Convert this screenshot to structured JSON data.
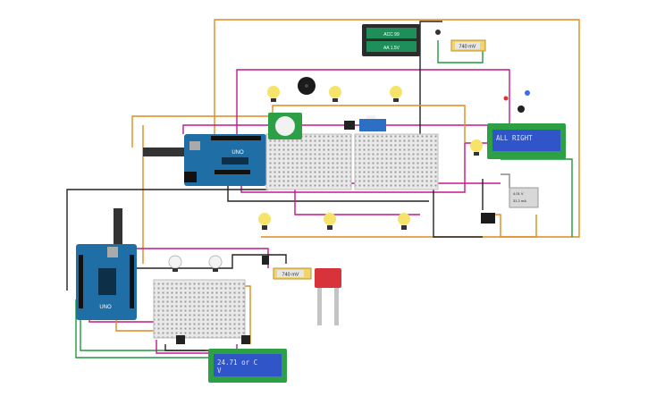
{
  "battery": {
    "top_label": "ACC 99",
    "bottom_label": "AA 1.5V"
  },
  "multimeters": [
    {
      "reading": "740 mV"
    },
    {
      "reading": "740 mV"
    }
  ],
  "lcds": [
    {
      "line1": "ALL RIGHT",
      "line2": ""
    },
    {
      "line1": "24.71 or C",
      "line2": "V"
    }
  ],
  "small_display": {
    "line1": "4.01 V",
    "line2": "31.2 mA"
  },
  "arduino_boards": [
    {
      "label": "UNO"
    },
    {
      "label": "UNO"
    }
  ],
  "colors": {
    "wire_orange": "#e08a1e",
    "wire_magenta": "#c2188b",
    "wire_green": "#1f9a3c",
    "wire_black": "#222222",
    "wire_red": "#d23030",
    "wire_gray": "#888888",
    "arduino_blue": "#1f6fa6",
    "lcd_green": "#2d9f45",
    "lcd_screen": "#2f55c8",
    "breadboard": "#e8e8e8",
    "bulb": "#f5e36a"
  }
}
